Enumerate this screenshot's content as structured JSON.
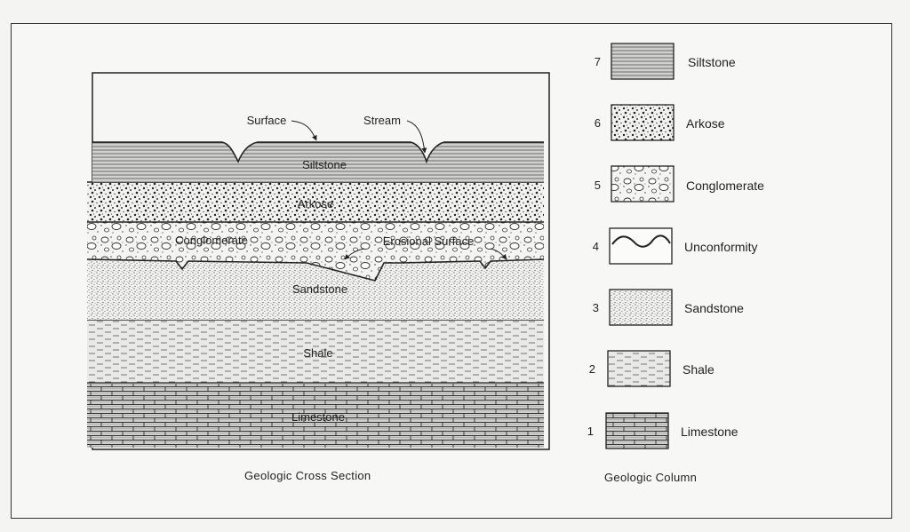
{
  "cross_section": {
    "caption": "Geologic Cross Section",
    "layer_labels": {
      "siltstone": "Siltstone",
      "arkose": "Arkose",
      "conglomerate": "Conglomerate",
      "sandstone": "Sandstone",
      "shale": "Shale",
      "limestone": "Limestone"
    },
    "annotations": {
      "surface": "Surface",
      "stream": "Stream",
      "erosional_surface": "Erosional Surface"
    }
  },
  "column": {
    "caption": "Geologic Column",
    "items": [
      {
        "num": "7",
        "label": "Siltstone",
        "pattern": "siltstone"
      },
      {
        "num": "6",
        "label": "Arkose",
        "pattern": "arkose"
      },
      {
        "num": "5",
        "label": "Conglomerate",
        "pattern": "conglomerate"
      },
      {
        "num": "4",
        "label": "Unconformity",
        "pattern": "unconformity"
      },
      {
        "num": "3",
        "label": "Sandstone",
        "pattern": "sandstone"
      },
      {
        "num": "2",
        "label": "Shale",
        "pattern": "shale"
      },
      {
        "num": "1",
        "label": "Limestone",
        "pattern": "limestone"
      }
    ]
  }
}
